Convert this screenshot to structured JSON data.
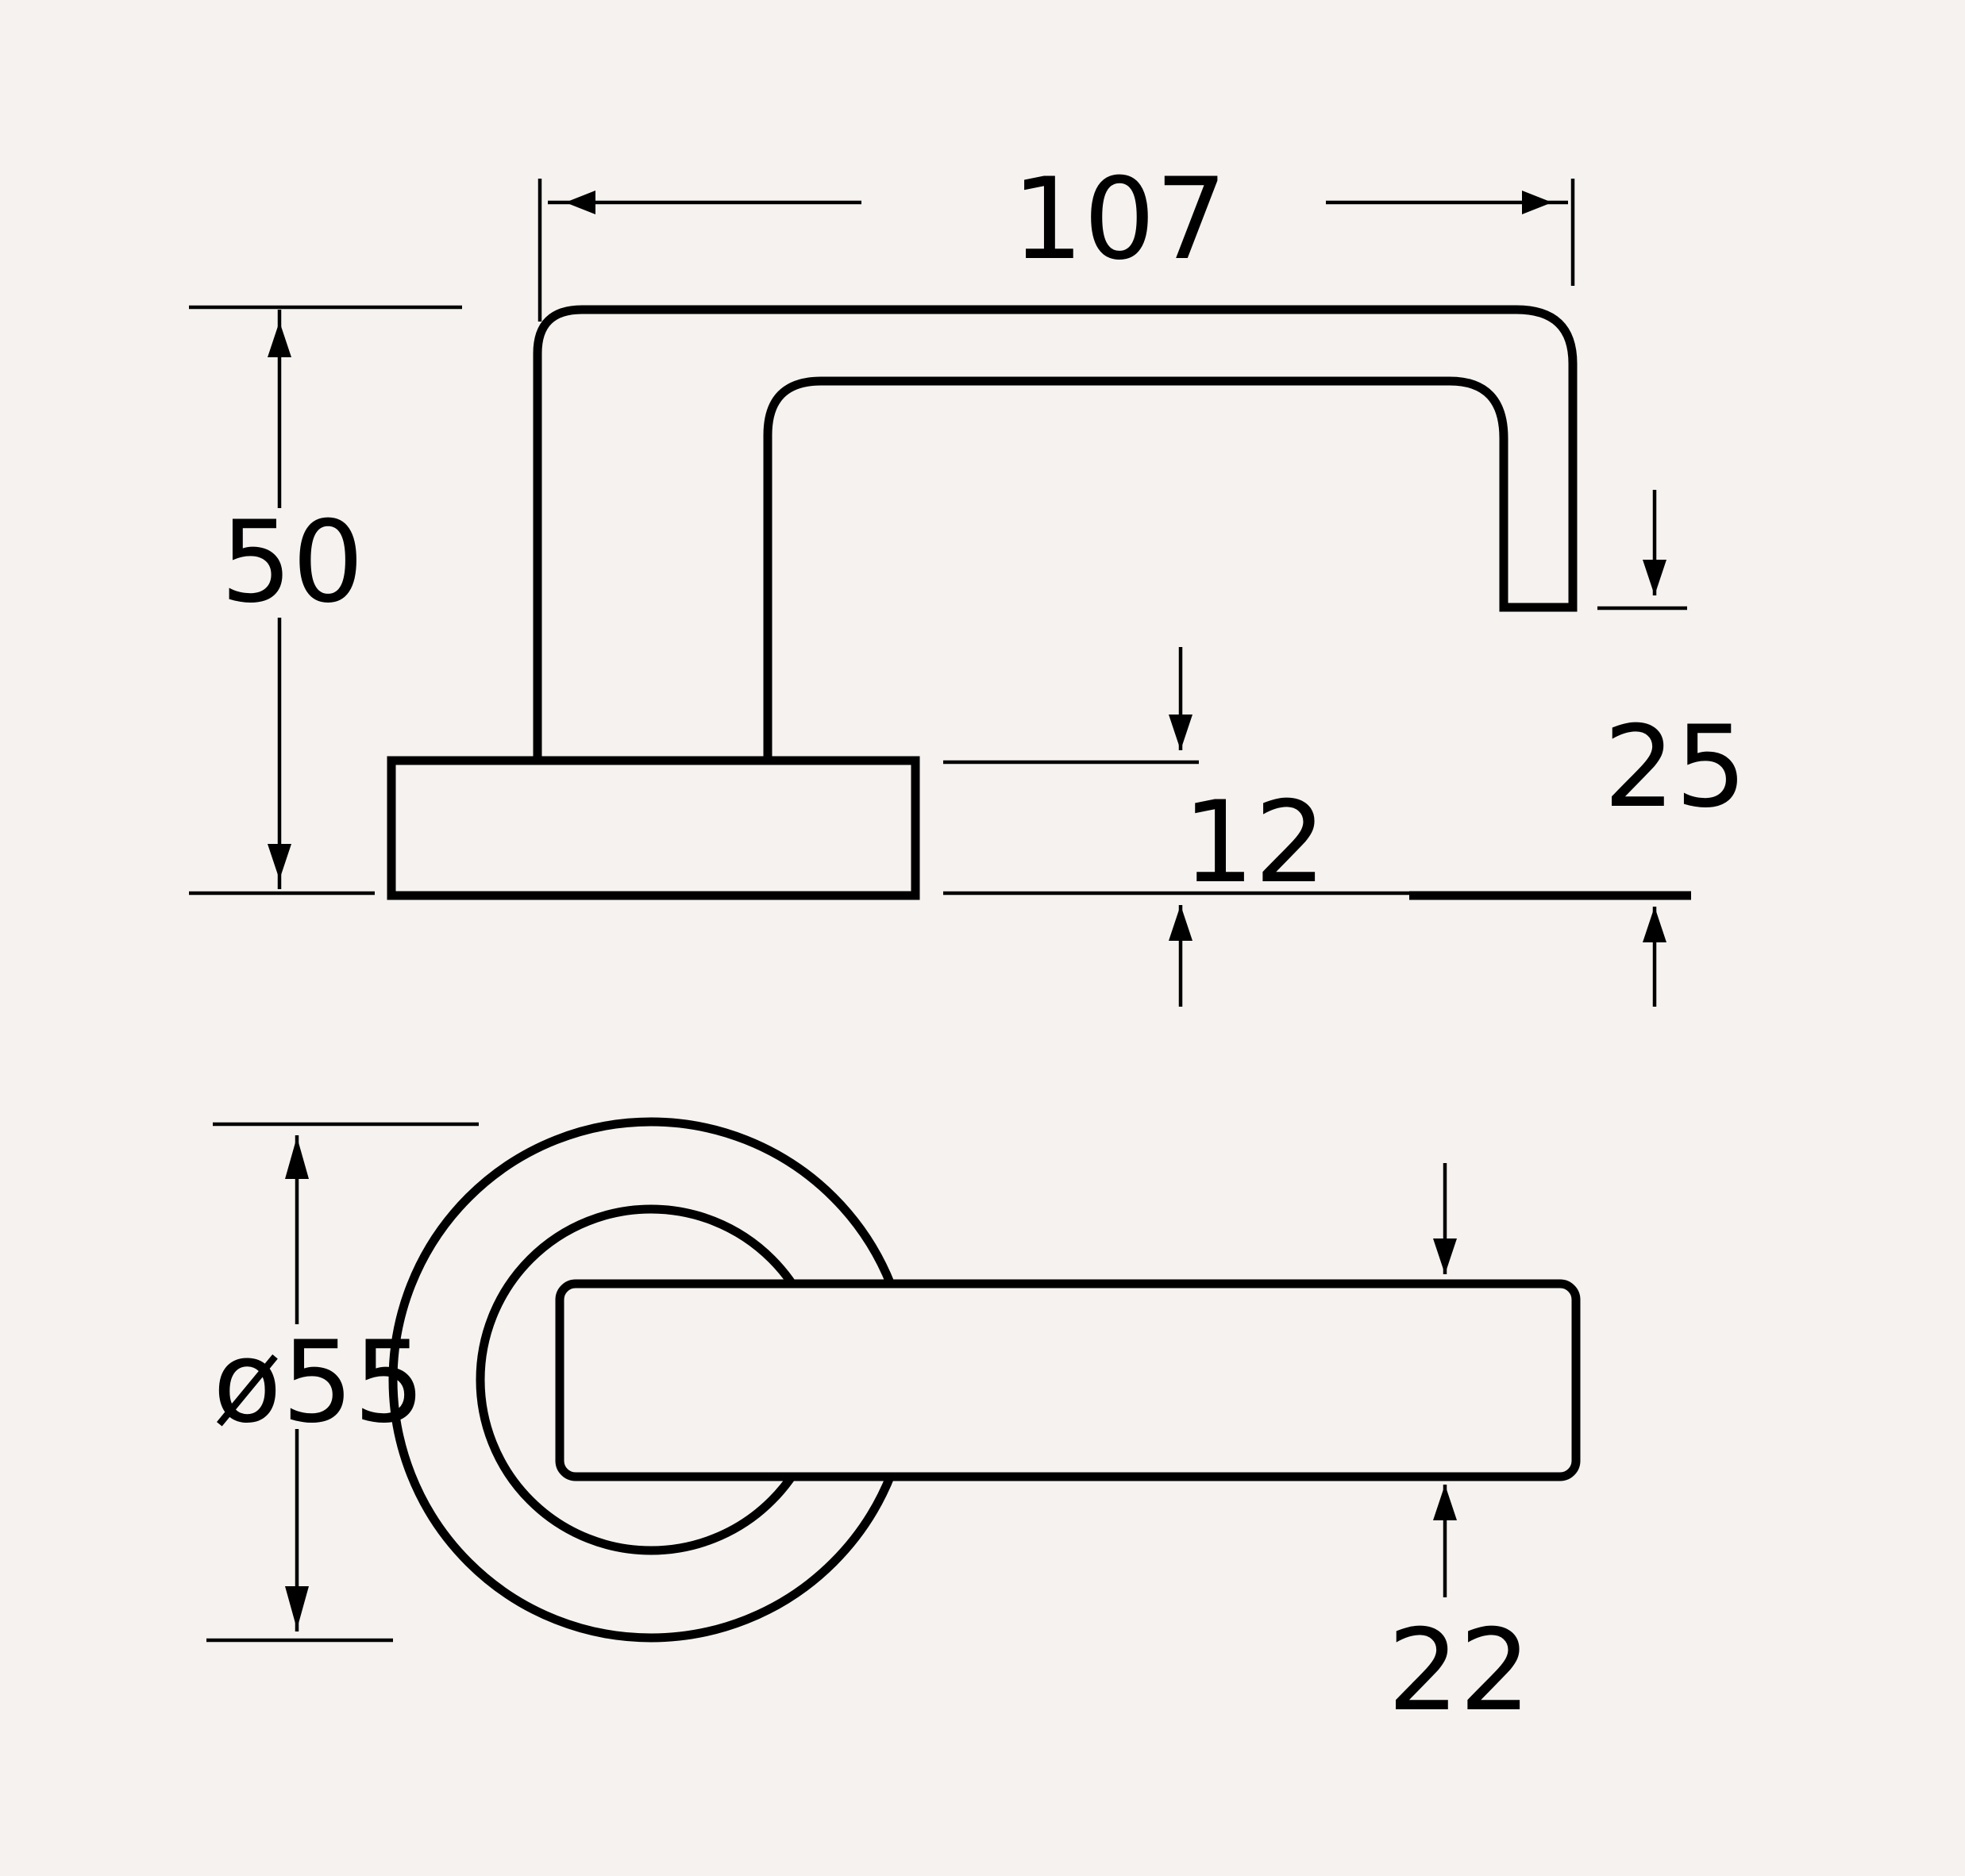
{
  "colors": {
    "background": "#f5f2ef",
    "ink": "#000000"
  },
  "dimensions": {
    "overall_length": "107",
    "lever_height": "50",
    "rose_thickness": "12",
    "lever_thickness": "25",
    "rose_diameter": "ø55",
    "lever_width": "22"
  }
}
